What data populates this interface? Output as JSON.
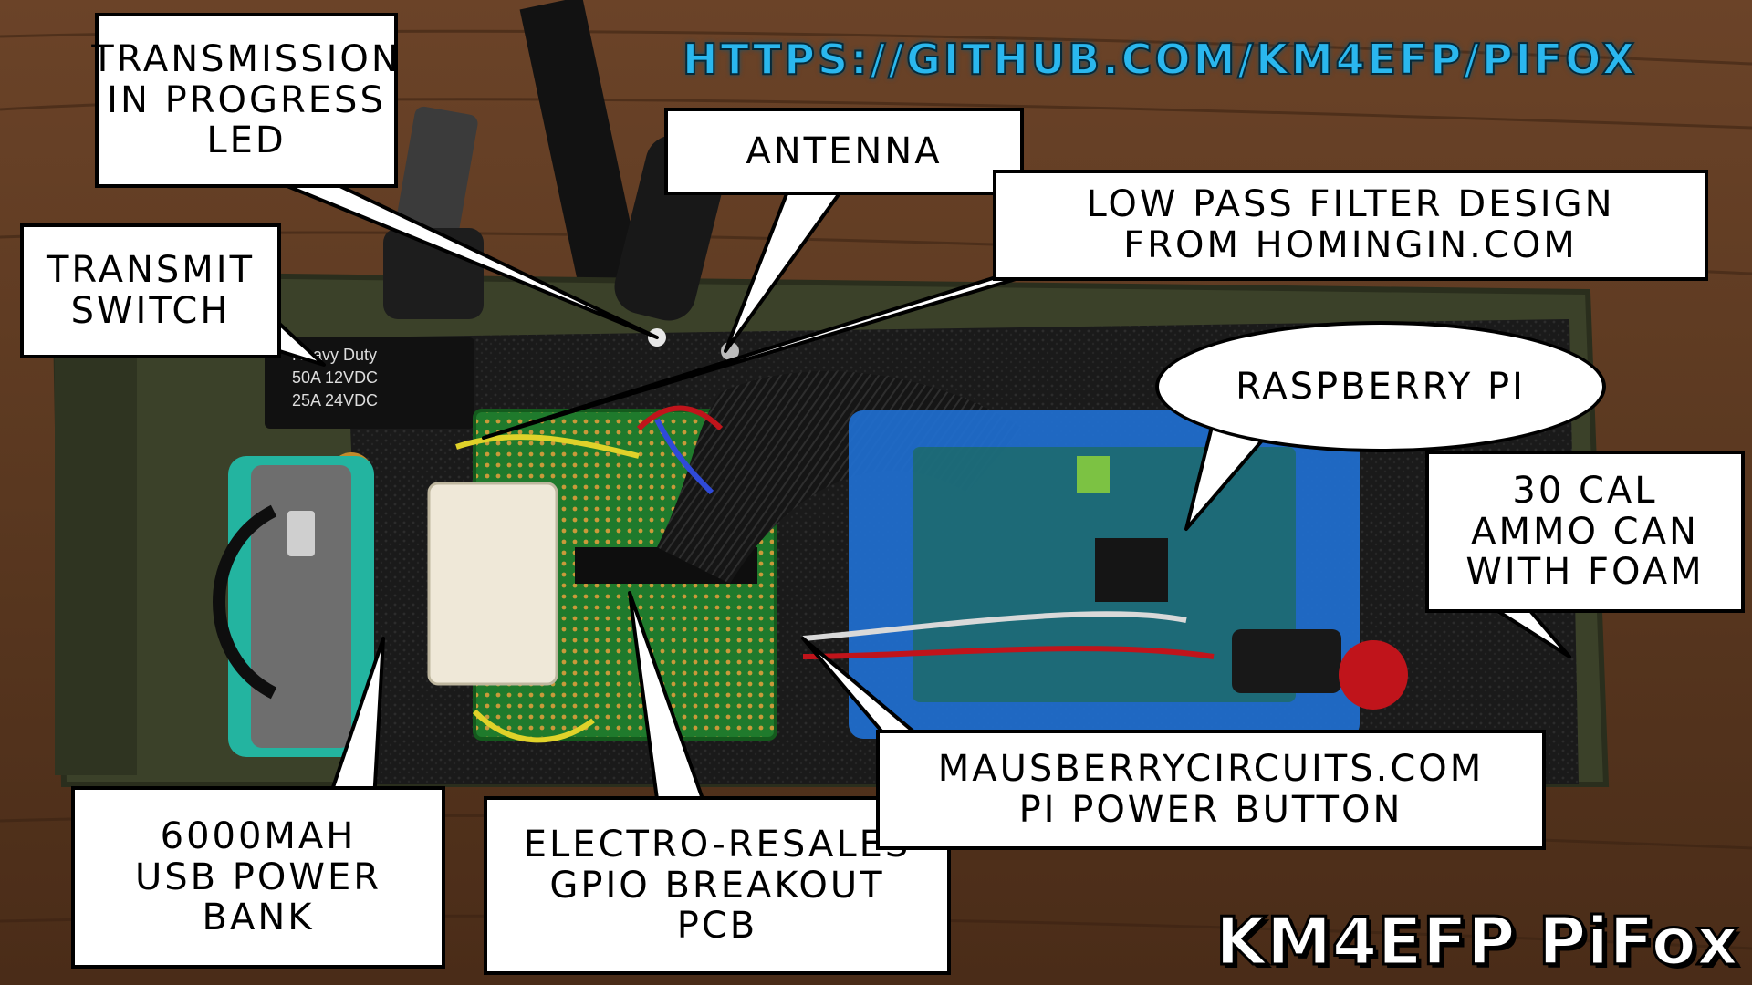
{
  "url_banner": "HTTPS://GITHUB.COM/KM4EFP/PIFOX",
  "brand_title": "KM4EFP PiFox",
  "switch_label": {
    "line1": "Heavy Duty",
    "line2": "50A 12VDC",
    "line3": "25A 24VDC"
  },
  "callouts": {
    "transmission_led": [
      "TRANSMISSION",
      "IN PROGRESS",
      "LED"
    ],
    "antenna": [
      "ANTENNA"
    ],
    "transmit_switch": [
      "TRANSMIT",
      "SWITCH"
    ],
    "low_pass_filter": [
      "LOW PASS FILTER DESIGN",
      "FROM HOMINGIN.COM"
    ],
    "raspberry_pi": [
      "RASPBERRY PI"
    ],
    "ammo_can": [
      "30 CAL",
      "AMMO CAN",
      "WITH FOAM"
    ],
    "power_bank": [
      "6000MAH",
      "USB POWER",
      "BANK"
    ],
    "gpio_breakout": [
      "ELECTRO-RESALES",
      "GPIO BREAKOUT",
      "PCB"
    ],
    "power_button": [
      "MAUSBERRYCIRCUITS.COM",
      "PI POWER BUTTON"
    ]
  },
  "colors": {
    "wood": "#5a3a24",
    "ammo_can": "#3b4129",
    "foam": "#1b1b1b",
    "pcb": "#1f7a2c",
    "pi_case": "#1f6fd0",
    "power_bank": "#23b4a0",
    "url_text": "#2ab7ee",
    "button_red": "#c0141b"
  }
}
